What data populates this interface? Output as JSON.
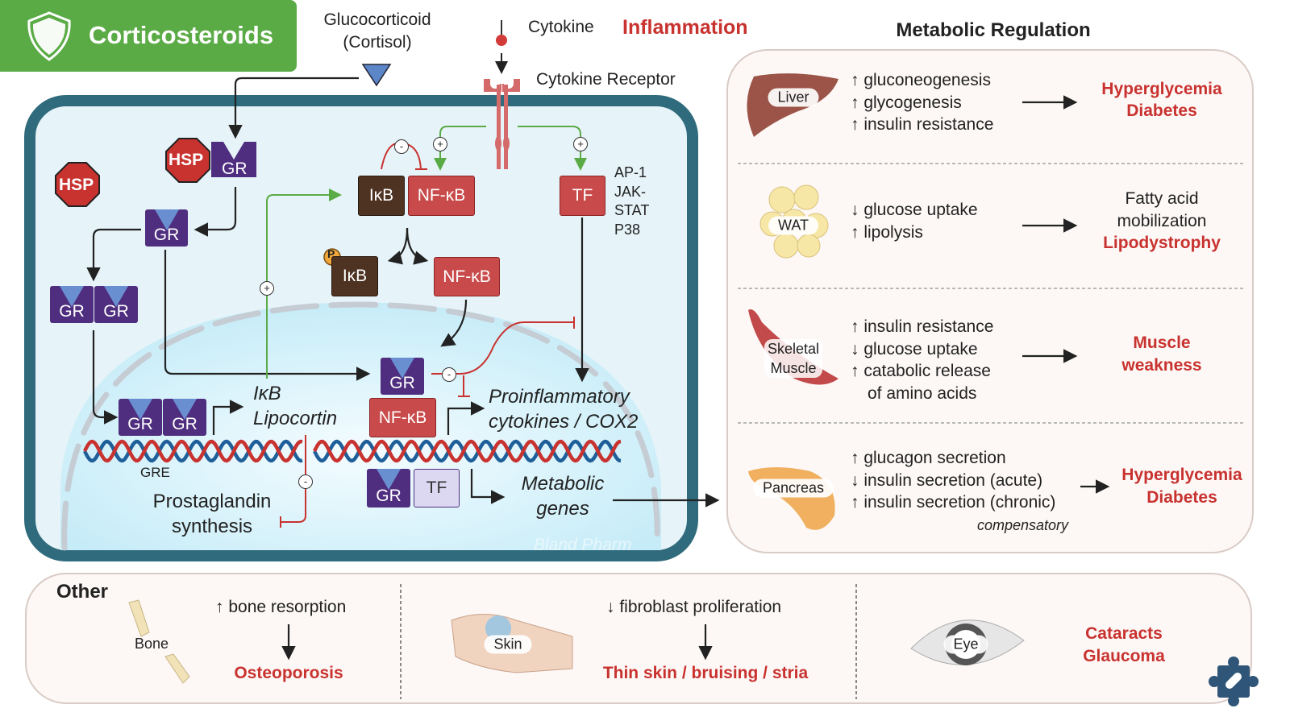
{
  "header": {
    "title": "Corticosteroids",
    "icon": "shield-icon",
    "color": "#5aab46"
  },
  "inputs": {
    "glucocorticoid": [
      "Glucocorticoid",
      "(Cortisol)"
    ],
    "cytokine": "Cytokine",
    "inflammation": "Inflammation",
    "cytokine_receptor": "Cytokine Receptor"
  },
  "cell": {
    "hsp": "HSP",
    "gr": "GR",
    "ikb": "IκB",
    "nfkb": "NF-κB",
    "tf": "TF",
    "p": "P",
    "tf_pathways": [
      "AP-1",
      "JAK-",
      "STAT",
      "P38"
    ],
    "plus": "+",
    "minus": "-",
    "ikb_lipocortin": [
      "IκB",
      "Lipocortin"
    ],
    "gre": "GRE",
    "prostaglandin": [
      "Prostaglandin",
      "synthesis"
    ],
    "proinflammatory": [
      "Proinflammatory",
      "cytokines / COX2"
    ],
    "metabolic_genes": [
      "Metabolic",
      "genes"
    ],
    "watermark": "Bland Pharm"
  },
  "metabolic": {
    "title": "Metabolic Regulation",
    "rows": [
      {
        "organ": "Liver",
        "effects": [
          "↑ gluconeogenesis",
          "↑ glycogenesis",
          "↑ insulin resistance"
        ],
        "outcome_dark": [],
        "outcome_red": [
          "Hyperglycemia",
          "Diabetes"
        ]
      },
      {
        "organ": "WAT",
        "effects": [
          "↓ glucose uptake",
          "↑ lipolysis"
        ],
        "outcome_dark": [
          "Fatty acid",
          "mobilization"
        ],
        "outcome_red": [
          "Lipodystrophy"
        ]
      },
      {
        "organ": "Skeletal Muscle",
        "organ_lines": [
          "Skeletal",
          "Muscle"
        ],
        "effects": [
          "↑ insulin resistance",
          "↓ glucose uptake",
          "↑ catabolic release",
          "of amino acids"
        ],
        "outcome_dark": [],
        "outcome_red": [
          "Muscle",
          "weakness"
        ]
      },
      {
        "organ": "Pancreas",
        "effects": [
          "↑ glucagon secretion",
          "↓ insulin secretion (acute)",
          "↑ insulin secretion (chronic)"
        ],
        "note": "compensatory",
        "outcome_dark": [],
        "outcome_red": [
          "Hyperglycemia",
          "Diabetes"
        ]
      }
    ]
  },
  "other": {
    "title": "Other",
    "bone": {
      "organ": "Bone",
      "effect": "↑ bone resorption",
      "outcome": "Osteoporosis"
    },
    "skin": {
      "organ": "Skin",
      "effect": "↓ fibroblast proliferation",
      "outcome": "Thin skin / bruising / stria"
    },
    "eye": {
      "organ": "Eye",
      "outcome": [
        "Cataracts",
        "Glaucoma"
      ]
    }
  },
  "colors": {
    "accent_red": "#c8322f",
    "gr_purple": "#4f2d7f",
    "cell_border": "#2f6b7c",
    "activation_green": "#5aab46",
    "logo_blue": "#2f5678"
  }
}
